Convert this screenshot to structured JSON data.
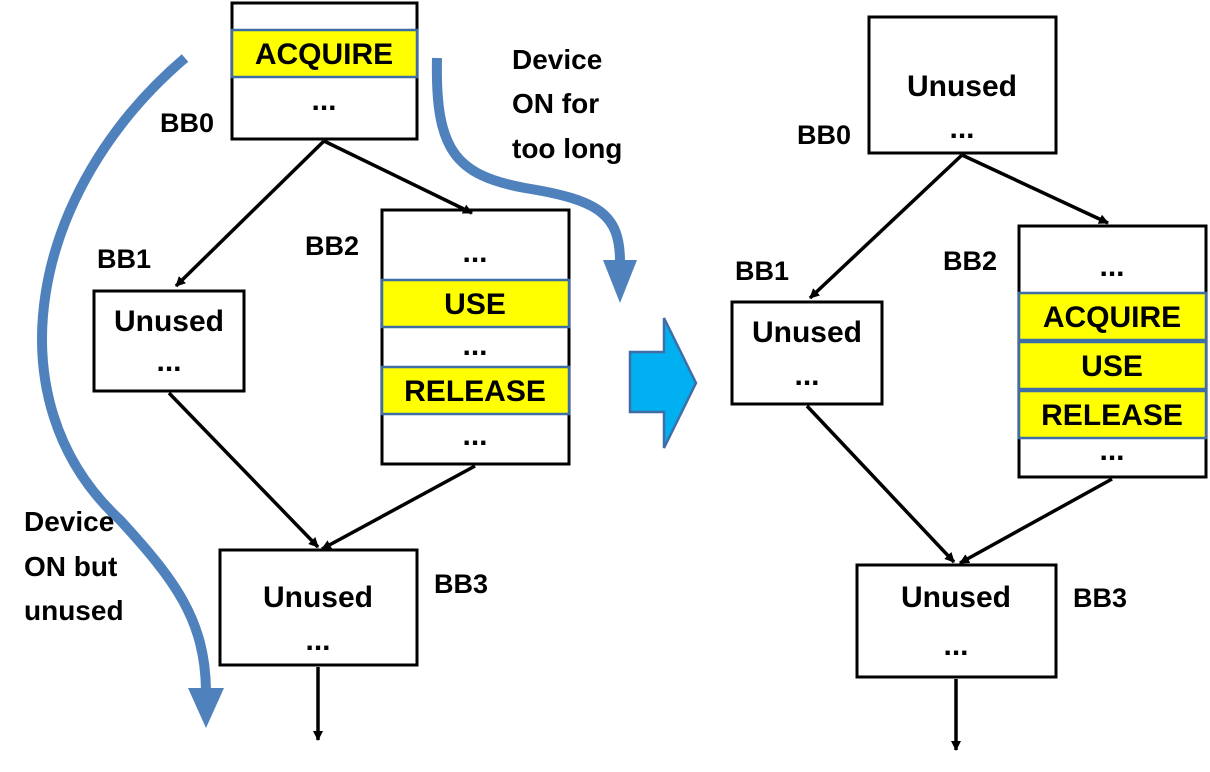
{
  "left": {
    "bb0": {
      "label": "BB0",
      "rows": [
        "",
        "ACQUIRE",
        "..."
      ]
    },
    "bb1": {
      "label": "BB1",
      "title": "Unused",
      "dots": "..."
    },
    "bb2": {
      "label": "BB2",
      "rows": [
        "...",
        "USE",
        "...",
        "RELEASE",
        "..."
      ]
    },
    "bb3": {
      "label": "BB3",
      "title": "Unused",
      "dots": "..."
    },
    "note_top": [
      "Device",
      "ON for",
      "too long"
    ],
    "note_left": [
      "Device",
      "ON but",
      "unused"
    ]
  },
  "right": {
    "bb0": {
      "label": "BB0",
      "title": "Unused",
      "dots": "..."
    },
    "bb1": {
      "label": "BB1",
      "title": "Unused",
      "dots": "..."
    },
    "bb2": {
      "label": "BB2",
      "rows": [
        "...",
        "ACQUIRE",
        "USE",
        "RELEASE",
        "..."
      ]
    },
    "bb3": {
      "label": "BB3",
      "title": "Unused",
      "dots": "..."
    }
  },
  "colors": {
    "highlight": "#ffff00",
    "highlight_border": "#3f6ea7",
    "flow_arrow": "#4f81bd",
    "transform_arrow": "#00b0f0"
  }
}
